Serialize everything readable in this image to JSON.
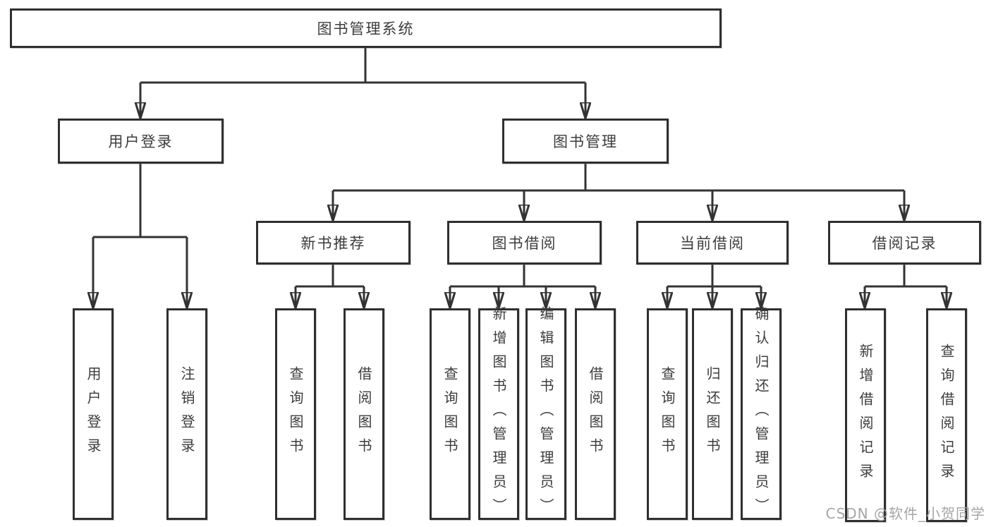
{
  "tree": {
    "root": {
      "label": "图书管理系统",
      "children": [
        {
          "label": "用户登录",
          "children": [
            {
              "label": "用户登录"
            },
            {
              "label": "注销登录"
            }
          ]
        },
        {
          "label": "图书管理",
          "children": [
            {
              "label": "新书推荐",
              "children": [
                {
                  "label": "查询图书"
                },
                {
                  "label": "借阅图书"
                }
              ]
            },
            {
              "label": "图书借阅",
              "children": [
                {
                  "label": "查询图书"
                },
                {
                  "label": "新增图书（管理员）"
                },
                {
                  "label": "编辑图书（管理员）"
                },
                {
                  "label": "借阅图书"
                }
              ]
            },
            {
              "label": "当前借阅",
              "children": [
                {
                  "label": "查询图书"
                },
                {
                  "label": "归还图书"
                },
                {
                  "label": "确认归还（管理员）"
                }
              ]
            },
            {
              "label": "借阅记录",
              "children": [
                {
                  "label": "新增借阅记录"
                },
                {
                  "label": "查询借阅记录"
                }
              ]
            }
          ]
        }
      ]
    }
  },
  "watermark": {
    "text": "CSDN @软件_小贺同学"
  },
  "colors": {
    "line": "#333333",
    "box-border": "#2f2f2f",
    "text": "#3c3c3c",
    "watermark": "#a5a5a5",
    "background": "#ffffff"
  }
}
